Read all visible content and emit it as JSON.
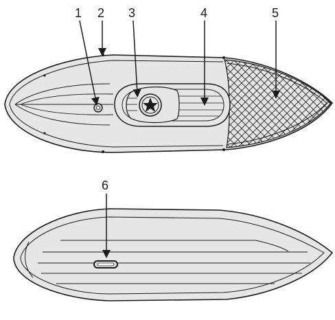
{
  "callouts": {
    "c1": "1",
    "c2": "2",
    "c3": "3",
    "c4": "4",
    "c5": "5",
    "c6": "6"
  },
  "colors": {
    "hull_fill": "#e6e6e6",
    "stroke": "#1a1a1a",
    "background": "#ffffff"
  }
}
